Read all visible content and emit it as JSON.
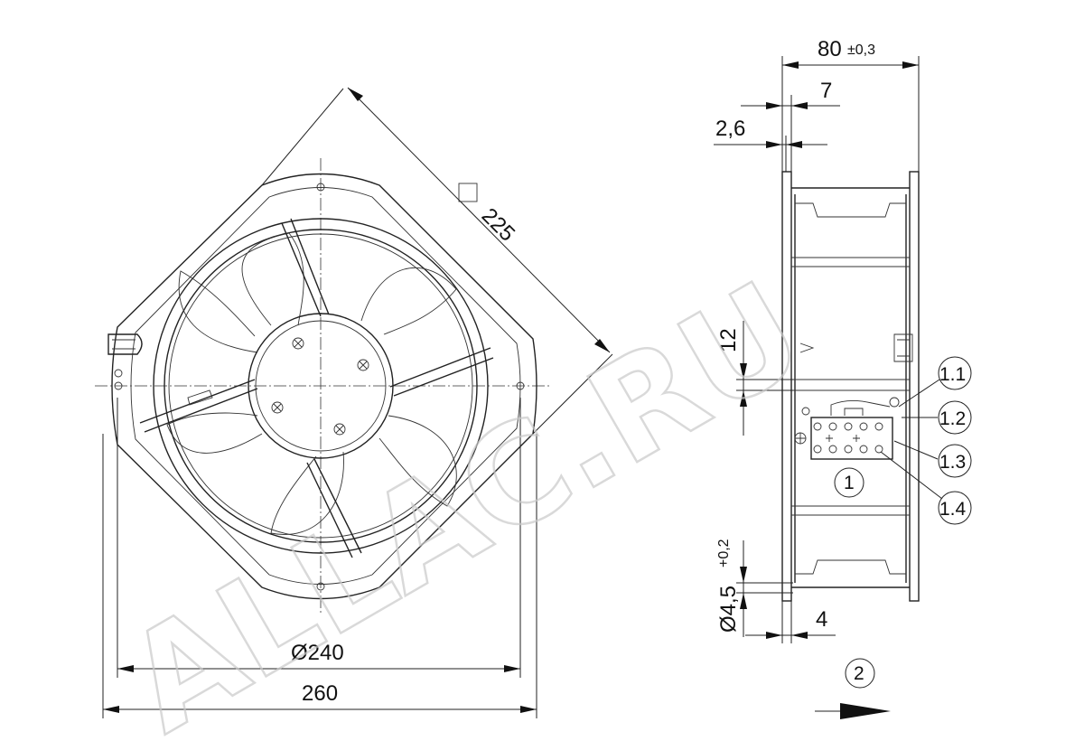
{
  "dimensions": {
    "width_80": "80",
    "width_80_tol": "±0,3",
    "flange_7": "7",
    "thickness_2_6": "2,6",
    "square_225": "225",
    "diameter_240": "Ø240",
    "overall_260": "260",
    "offset_12": "12",
    "hole_4_5": "Ø4,5",
    "hole_4_5_tol": "+0,2",
    "offset_4": "4"
  },
  "callouts": {
    "c1_1": "1.1",
    "c1_2": "1.2",
    "c1_3": "1.3",
    "c1_4": "1.4",
    "c1": "1",
    "c2": "2"
  },
  "watermark": "ALLAC.RU",
  "colors": {
    "line": "#222222",
    "watermark": "#c9c9c9",
    "background": "#ffffff"
  }
}
